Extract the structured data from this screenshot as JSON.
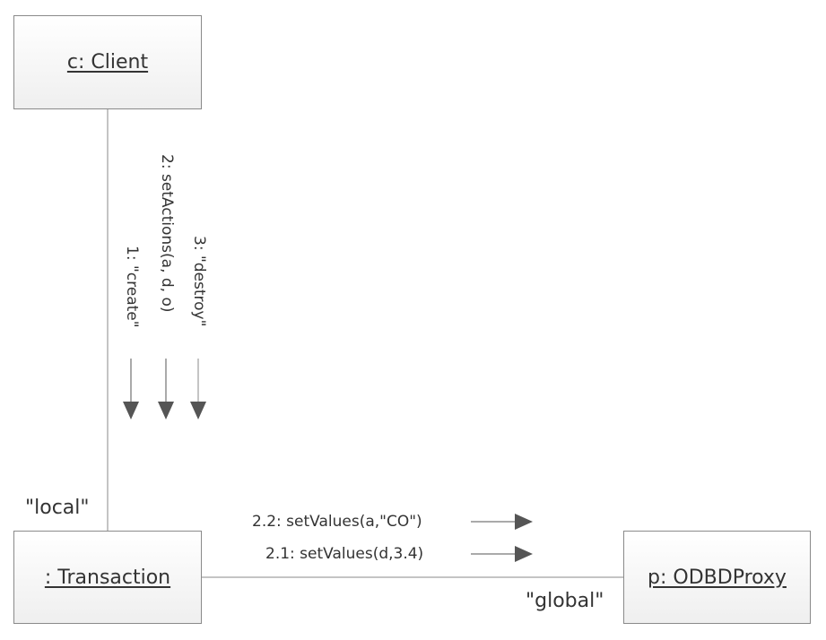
{
  "diagram": {
    "type": "UML communication diagram",
    "objects": {
      "client": "c: Client",
      "transaction": ": Transaction",
      "proxy": "p: ODBDProxy"
    },
    "roles": {
      "local": "\"local\"",
      "global": "\"global\""
    },
    "messages": {
      "m1": "1: \"create\"",
      "m2": "2: setActions(a, d, o)",
      "m3": "3: \"destroy\"",
      "m22": "2.2: setValues(a,\"CO\")",
      "m21": "2.1: setValues(d,3.4)"
    },
    "colors": {
      "line": "#888888",
      "arrow": "#555555",
      "box_border": "#8a8a8a",
      "text": "#333333"
    }
  }
}
